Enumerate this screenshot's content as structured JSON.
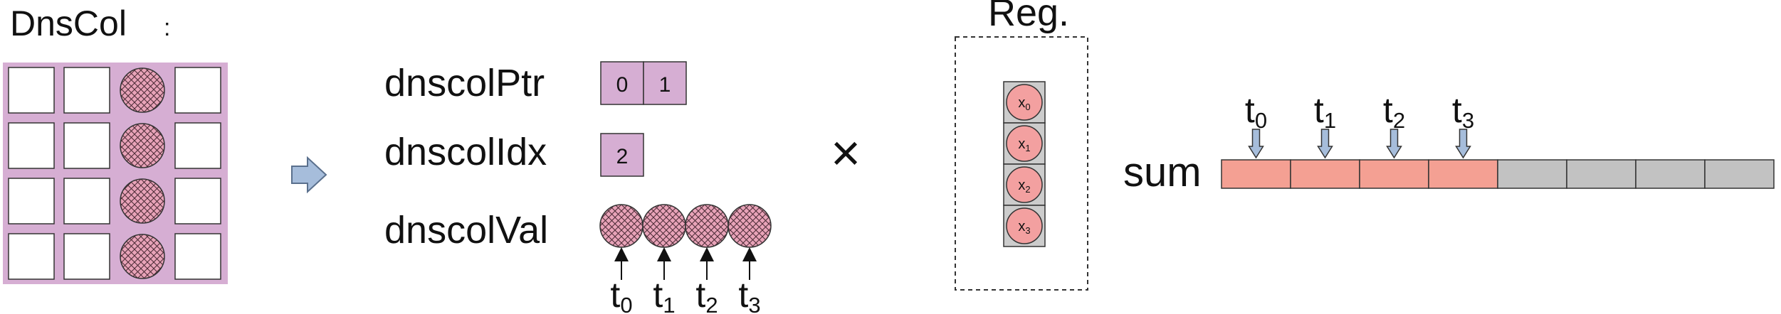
{
  "title": "DnsCol",
  "title_suffix": ":",
  "arrays": {
    "ptr": {
      "label": "dnscolPtr",
      "values": [
        "0",
        "1"
      ]
    },
    "idx": {
      "label": "dnscolIdx",
      "values": [
        "2"
      ]
    },
    "val": {
      "label": "dnscolVal",
      "threads": [
        "0",
        "1",
        "2",
        "3"
      ]
    }
  },
  "thread_letter": "t",
  "multiply": "×",
  "register": {
    "label": "Reg.",
    "entries": [
      "x0",
      "x1",
      "x2",
      "x3"
    ]
  },
  "sum": {
    "label": "sum",
    "threads": [
      "0",
      "1",
      "2",
      "3"
    ],
    "active_cells": 4,
    "total_cells": 8
  },
  "matrix": {
    "rows": 4,
    "cols": 4,
    "dense_column": 2
  },
  "colors": {
    "matrix_bg": "#d6aed3",
    "highlight": "#d6aed3",
    "dense_circle": "#e8a3b8",
    "reg_circle": "#f3a0a0",
    "reg_cell": "#cccccc",
    "sum_active": "#f4a093",
    "sum_inactive": "#c2c2c2",
    "flow_arrow": "#a6bddb"
  }
}
